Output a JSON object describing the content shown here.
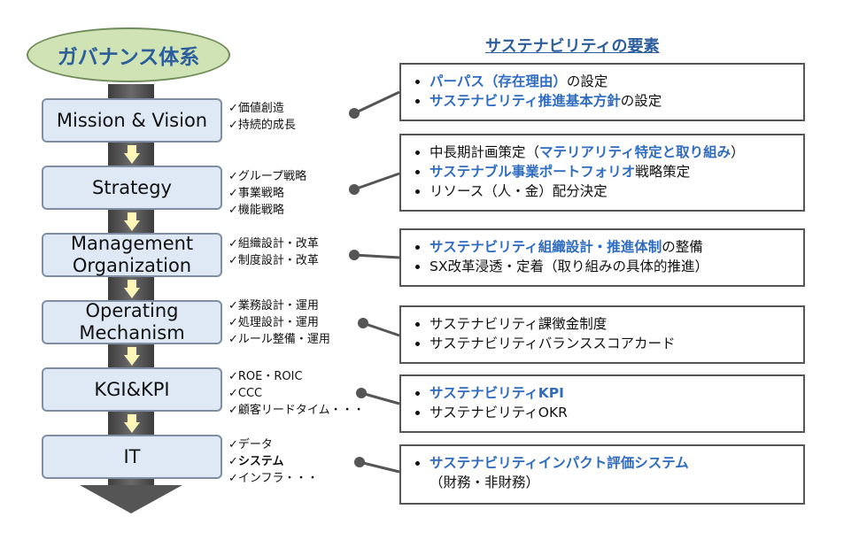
{
  "governance_label": "ガバナンス体系",
  "sustainability_header": "サステナビリティの要素",
  "stages": [
    {
      "label": "Mission & Vision",
      "checks": [
        "✓価値創造",
        "✓持続的成長"
      ]
    },
    {
      "label": "Strategy",
      "checks": [
        "✓グループ戦略",
        "✓事業戦略",
        "✓機能戦略"
      ]
    },
    {
      "label": "Management\nOrganization",
      "checks": [
        "✓組織設計・改革",
        "✓制度設計・改革"
      ]
    },
    {
      "label": "Operating\nMechanism",
      "checks": [
        "✓業務設計・運用",
        "✓処理設計・運用",
        "✓ルール整備・運用"
      ]
    },
    {
      "label": "KGI&KPI",
      "checks": [
        "✓ROE・ROIC",
        "✓CCC",
        "✓顧客リードタイム・・・"
      ]
    },
    {
      "label": "IT",
      "checks": [
        "✓データ",
        "✓システム",
        "✓インフラ・・・"
      ]
    }
  ],
  "elements": [
    {
      "items": [
        {
          "hl": "パーパス（存在理由）",
          "rest": "の設定"
        },
        {
          "hl": "サステナビリティ推進基本方針",
          "rest": "の設定"
        }
      ]
    },
    {
      "items": [
        {
          "pre": "中長期計画策定（",
          "hl": "マテリアリティ特定と取り組み",
          "rest": "）"
        },
        {
          "hl": "サステナブル事業ポートフォリオ",
          "rest": "戦略策定"
        },
        {
          "rest": "リソース（人・金）配分決定"
        }
      ]
    },
    {
      "items": [
        {
          "hl": "サステナビリティ組織設計・推進体制",
          "rest": "の整備"
        },
        {
          "rest": "SX改革浸透・定着（取り組みの具体的推進）"
        }
      ]
    },
    {
      "items": [
        {
          "rest": "サステナビリティ課徴金制度"
        },
        {
          "rest": "サステナビリティバランススコアカード"
        }
      ]
    },
    {
      "items": [
        {
          "hl": "サステナビリティKPI"
        },
        {
          "rest": "サステナビリティOKR"
        }
      ]
    },
    {
      "items": [
        {
          "hl": "サステナビリティインパクト評価システム"
        }
      ],
      "sub": "（財務・非財務）"
    }
  ],
  "colors": {
    "accent_blue": "#2f6cc1",
    "stage_fill": "#dfe8f5",
    "ellipse_fill": "#cfe3b4",
    "connector": "#555555"
  }
}
